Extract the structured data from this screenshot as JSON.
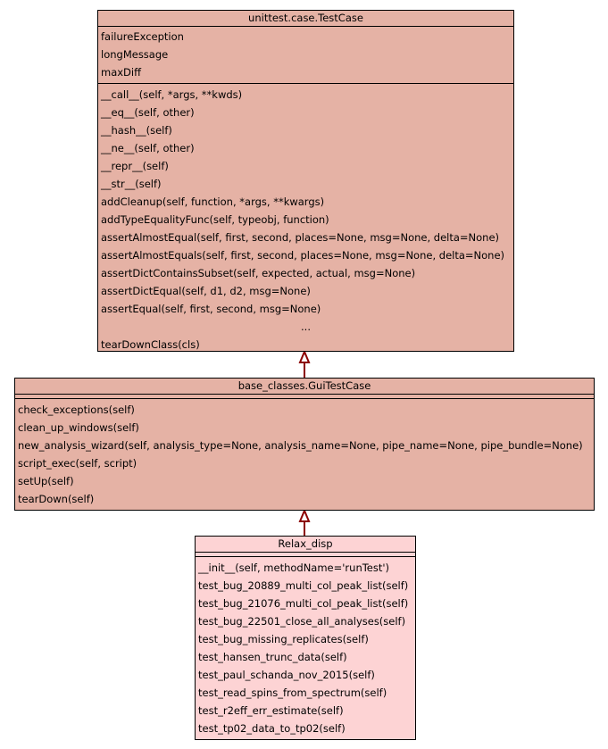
{
  "classes": {
    "testcase": {
      "title": "unittest.case.TestCase",
      "attributes": [
        "failureException",
        "longMessage",
        "maxDiff"
      ],
      "methods": [
        "__call__(self, *args, **kwds)",
        "__eq__(self, other)",
        "__hash__(self)",
        "__ne__(self, other)",
        "__repr__(self)",
        "__str__(self)",
        "addCleanup(self, function, *args, **kwargs)",
        "addTypeEqualityFunc(self, typeobj, function)",
        "assertAlmostEqual(self, first, second, places=None, msg=None, delta=None)",
        "assertAlmostEquals(self, first, second, places=None, msg=None, delta=None)",
        "assertDictContainsSubset(self, expected, actual, msg=None)",
        "assertDictEqual(self, d1, d2, msg=None)",
        "assertEqual(self, first, second, msg=None)",
        "...",
        "tearDownClass(cls)"
      ]
    },
    "guitestcase": {
      "title": "base_classes.GuiTestCase",
      "attributes": [],
      "methods": [
        "check_exceptions(self)",
        "clean_up_windows(self)",
        "new_analysis_wizard(self, analysis_type=None, analysis_name=None, pipe_name=None, pipe_bundle=None)",
        "script_exec(self, script)",
        "setUp(self)",
        "tearDown(self)"
      ]
    },
    "relaxdisp": {
      "title": "Relax_disp",
      "attributes": [],
      "methods": [
        "__init__(self, methodName='runTest')",
        "test_bug_20889_multi_col_peak_list(self)",
        "test_bug_21076_multi_col_peak_list(self)",
        "test_bug_22501_close_all_analyses(self)",
        "test_bug_missing_replicates(self)",
        "test_hansen_trunc_data(self)",
        "test_paul_schanda_nov_2015(self)",
        "test_read_spins_from_spectrum(self)",
        "test_r2eff_err_estimate(self)",
        "test_tp02_data_to_tp02(self)"
      ]
    }
  },
  "colors": {
    "parent_fill": "#e5b2a5",
    "child_fill": "#fdd3d4",
    "border": "#000000",
    "arrow": "#8b0000"
  }
}
